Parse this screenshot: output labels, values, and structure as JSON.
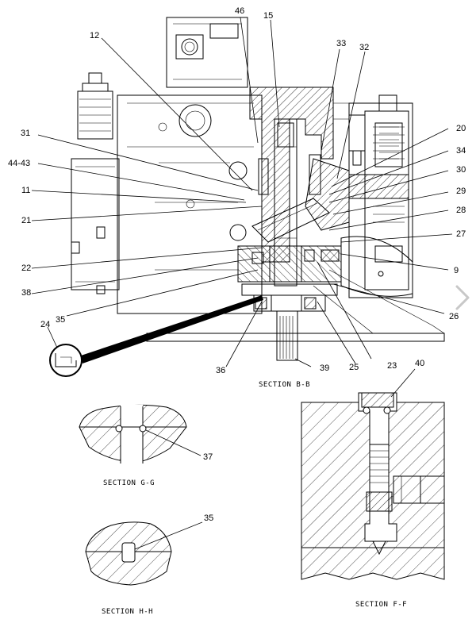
{
  "callouts": {
    "c12": "12",
    "c46": "46",
    "c15": "15",
    "c33": "33",
    "c32": "32",
    "c31": "31",
    "c44_43": "44-43",
    "c11": "11",
    "c21": "21",
    "c22": "22",
    "c38": "38",
    "c35a": "35",
    "c24": "24",
    "c36": "36",
    "c39": "39",
    "c25": "25",
    "c23": "23",
    "c26": "26",
    "c9": "9",
    "c27": "27",
    "c28": "28",
    "c29": "29",
    "c30": "30",
    "c34": "34",
    "c20": "20",
    "c40": "40",
    "c37": "37",
    "c35b": "35"
  },
  "captions": {
    "section_bb": "SECTION B-B",
    "section_gg": "SECTION G-G",
    "section_hh": "SECTION H-H",
    "section_ff": "SECTION F-F"
  },
  "nav": {
    "next_icon": "chevron-right-icon"
  }
}
